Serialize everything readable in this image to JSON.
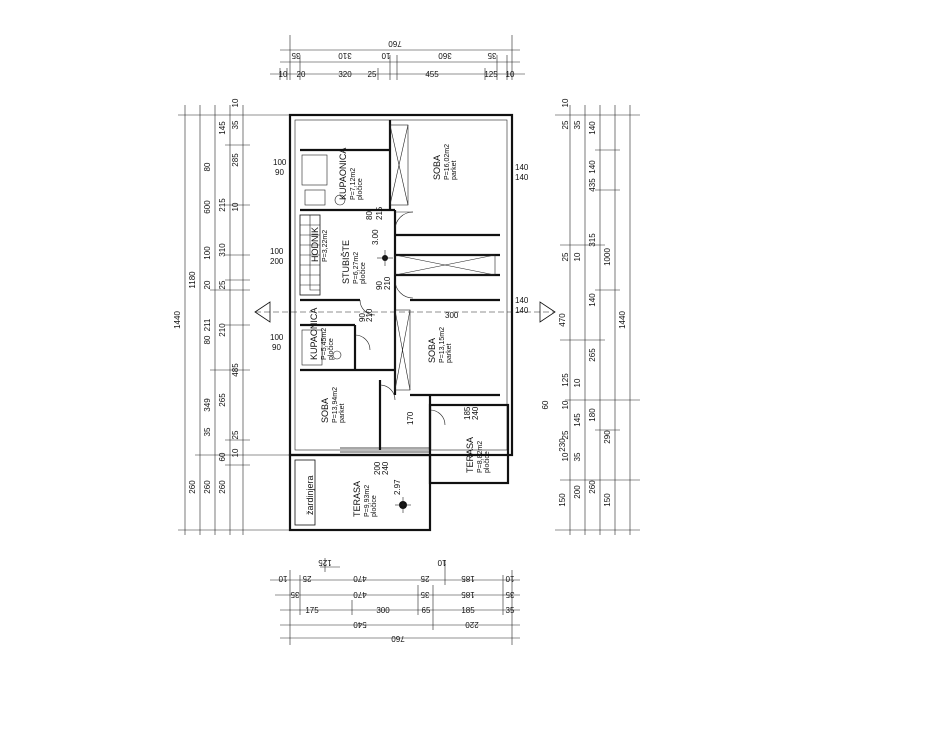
{
  "rooms": {
    "kupaonica_upper": {
      "name": "KUPAONICA",
      "area": "P=7,12m2",
      "floor": "pločice"
    },
    "soba_upper_right": {
      "name": "SOBA",
      "area": "P=16,02m2",
      "floor": "parket"
    },
    "hodnik": {
      "name": "HODNIK",
      "area": "P=3,22m2"
    },
    "stubiste": {
      "name": "STUBIŠTE",
      "area": "P=6,27m2",
      "floor": "pločice"
    },
    "kupaonica_lower": {
      "name": "KUPAONICA",
      "area": "P=5,45m2",
      "floor": "pločice"
    },
    "soba_mid_right": {
      "name": "SOBA",
      "area": "P=13,15m2",
      "floor": "parket"
    },
    "soba_lower_left": {
      "name": "SOBA",
      "area": "P=13,94m2",
      "floor": "parket"
    },
    "terasa_left": {
      "name": "TERASA",
      "area": "P=9,93m2",
      "floor": "pločice"
    },
    "terasa_right": {
      "name": "TERASA",
      "area": "P=8,82m2",
      "floor": "pločice"
    },
    "zardinjera": {
      "name": "žardinjera"
    }
  },
  "openings": {
    "win_kup_upper": [
      "100",
      "90"
    ],
    "win_soba_upper": [
      "140",
      "140"
    ],
    "win_stub": [
      "100",
      "200"
    ],
    "win_kup_lower": [
      "100",
      "90"
    ],
    "win_soba_mid": [
      "140",
      "140"
    ],
    "door_80": [
      "80",
      "215"
    ],
    "door_90a": [
      "90",
      "210"
    ],
    "door_90b": [
      "90",
      "210"
    ],
    "level_300": "3.00",
    "level_297": "2.97",
    "stair_170": "170",
    "ter_200": [
      "200",
      "240"
    ],
    "ter_185": [
      "185",
      "240"
    ],
    "mid_300": "300"
  },
  "dims": {
    "top": {
      "overall": "760",
      "row2": [
        "35",
        "310",
        "360",
        "35",
        "10"
      ],
      "row3": [
        "10",
        "20",
        "320",
        "25",
        "455",
        "125",
        "10"
      ]
    },
    "bottom": {
      "row1": [
        "125",
        "10"
      ],
      "row2": [
        "10",
        "25",
        "470",
        "25",
        "185",
        "10"
      ],
      "row3": [
        "35",
        "470",
        "35",
        "185",
        "35"
      ],
      "row4": [
        "175",
        "300",
        "65",
        "185",
        "35"
      ],
      "row5": [
        "540",
        "220"
      ],
      "overall": "760"
    },
    "left": {
      "overall": "1440",
      "c2": [
        "1180",
        "260"
      ],
      "c3": [
        "600",
        "211",
        "349",
        "260"
      ],
      "c4": [
        "145",
        "215",
        "310",
        "25",
        "210",
        "265",
        "60",
        "260"
      ],
      "c5": [
        "10",
        "35",
        "80",
        "285",
        "10",
        "100",
        "20",
        "80",
        "485",
        "35",
        "25",
        "10"
      ]
    },
    "right": {
      "overall": "1440",
      "c2": [
        "1000",
        "290",
        "150"
      ],
      "c3": [
        "435",
        "315",
        "470",
        "230",
        "200",
        "150"
      ],
      "c4": [
        "140",
        "140",
        "140",
        "265",
        "145",
        "180",
        "260"
      ],
      "c5": [
        "10",
        "25",
        "35",
        "25",
        "10",
        "125",
        "10",
        "60",
        "10",
        "25",
        "10",
        "35"
      ]
    }
  }
}
